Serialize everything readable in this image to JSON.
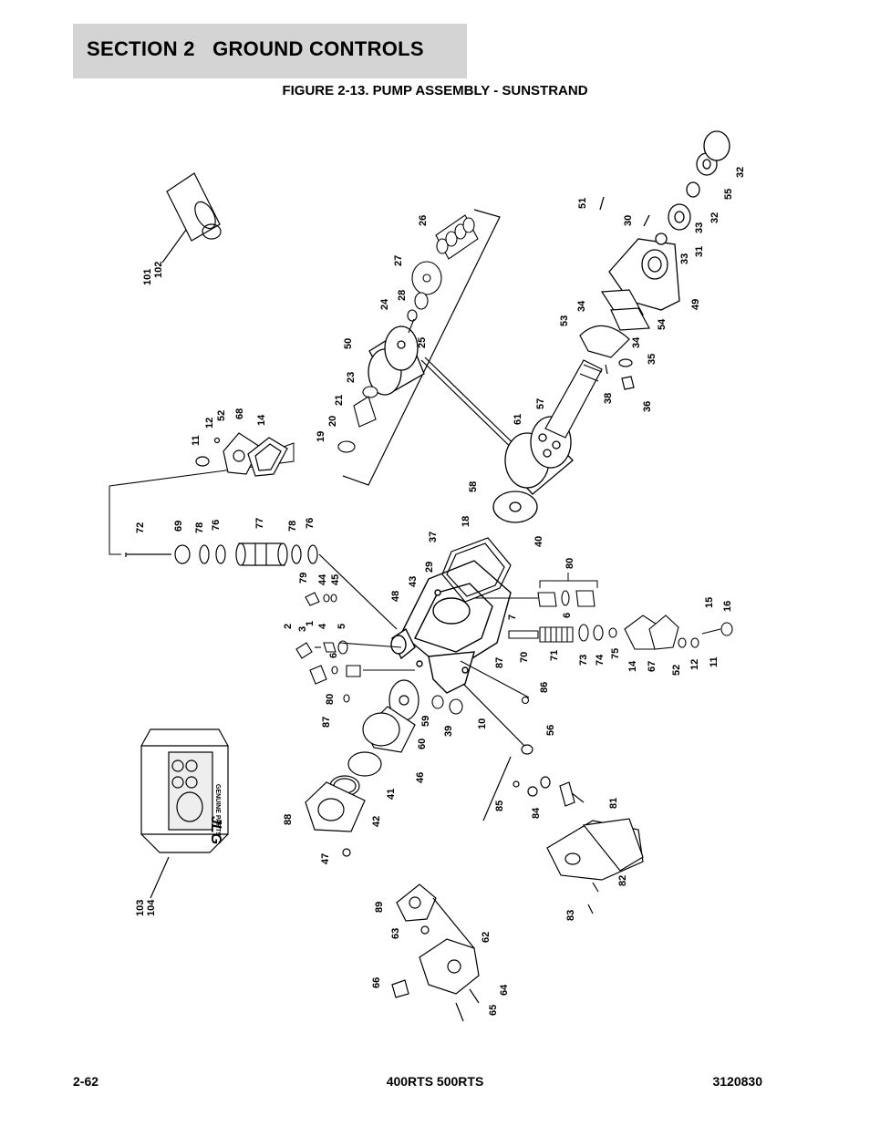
{
  "header": {
    "section_title": "SECTION 2   GROUND CONTROLS",
    "figure_title": "FIGURE 2-13. PUMP ASSEMBLY - SUNSTRAND"
  },
  "diagram": {
    "callouts": [
      "1",
      "2",
      "3",
      "4",
      "5",
      "6",
      "6",
      "7",
      "10",
      "11",
      "11",
      "12",
      "12",
      "14",
      "14",
      "15",
      "16",
      "18",
      "19",
      "20",
      "21",
      "23",
      "24",
      "25",
      "26",
      "27",
      "28",
      "29",
      "30",
      "31",
      "32",
      "32",
      "33",
      "33",
      "34",
      "34",
      "35",
      "36",
      "37",
      "38",
      "39",
      "40",
      "41",
      "42",
      "43",
      "44",
      "45",
      "46",
      "47",
      "48",
      "49",
      "50",
      "51",
      "52",
      "52",
      "53",
      "54",
      "55",
      "56",
      "57",
      "58",
      "59",
      "60",
      "61",
      "62",
      "63",
      "64",
      "65",
      "66",
      "67",
      "68",
      "69",
      "70",
      "71",
      "72",
      "73",
      "74",
      "75",
      "76",
      "76",
      "77",
      "78",
      "78",
      "79",
      "80",
      "80",
      "81",
      "82",
      "83",
      "84",
      "85",
      "86",
      "87",
      "87",
      "88",
      "89",
      "101",
      "102",
      "103",
      "104"
    ],
    "kit_label": "GENUINE PARTS",
    "kit_logo": "JLG"
  },
  "footer": {
    "page_number": "2-62",
    "models": "400RTS 500RTS",
    "doc_number": "3120830"
  }
}
